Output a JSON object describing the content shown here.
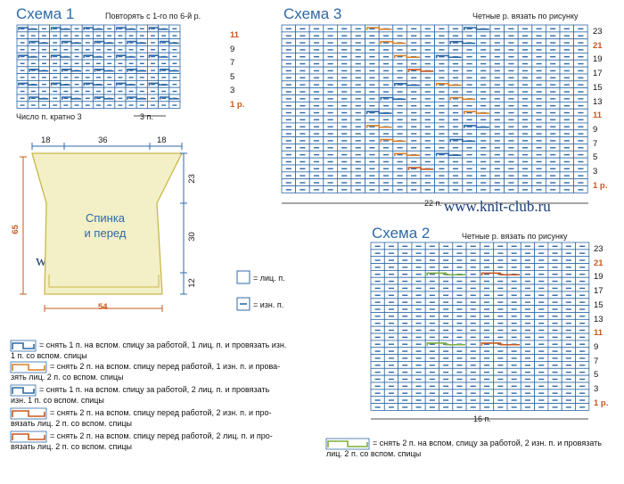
{
  "watermark": "www.knit-club.ru",
  "scheme1": {
    "title": "Схема 1",
    "note": "Повторять с 1-го по 6-й р.",
    "repeat_note": "Число п. кратно 3",
    "repeat_width": "3 п.",
    "row_numbers": [
      "11",
      "9",
      "7",
      "5",
      "3",
      "1 р."
    ]
  },
  "scheme2": {
    "title": "Схема 2",
    "note": "Четные р. вязать по рисунку",
    "width": "16 п.",
    "row_numbers": [
      "23",
      "21",
      "19",
      "17",
      "15",
      "13",
      "11",
      "9",
      "7",
      "5",
      "3",
      "1 р."
    ]
  },
  "scheme3": {
    "title": "Схема 3",
    "note": "Четные р. вязать по рисунку",
    "width": "22 п.",
    "row_numbers": [
      "23",
      "21",
      "19",
      "17",
      "15",
      "13",
      "11",
      "9",
      "7",
      "5",
      "3",
      "1 р."
    ]
  },
  "pattern": {
    "label_line1": "Спинка",
    "label_line2": "и перед",
    "top_dims": [
      "18",
      "36",
      "18"
    ],
    "bottom_dim": "54",
    "left_dim": "65",
    "right_dims": [
      "23",
      "30",
      "12"
    ]
  },
  "symbols": {
    "knit": "= лиц. п.",
    "purl": "= изн. п."
  },
  "legend": [
    {
      "line1": "= снять 1 п. на вспом. спицу за работой, 1 лиц. п. и провязать изн.",
      "line2": "1 п. со вспом. спицы",
      "color": "#2f6aa8"
    },
    {
      "line1": "= снять 2 п. на вспом. спицу перед работой, 1 изн. п. и прова-",
      "line2": "зять лиц. 2 п. со вспом. спицы",
      "color": "#d9822b"
    },
    {
      "line1": "= снять 1 п. на вспом. спицу за работой, 2 лиц. п. и провязать",
      "line2": "изн. 1 п. со вспом. спицы",
      "color": "#2f6aa8"
    },
    {
      "line1": "= снять 2 п. на вспом. спицу перед работой, 2 изн. п. и про-",
      "line2": "вязать лиц. 2 п. со вспом. спицы",
      "color": "#c8581d"
    },
    {
      "line1": "= снять 2 п. на вспом. спицу перед работой, 2 лиц. п. и про-",
      "line2": "вязать лиц. 2 п. со вспом. спицы",
      "color": "#c8581d"
    },
    {
      "line1": "= снять 2 п. на вспом. спицу за работой, 2 изн. п. и провязать",
      "line2": "лиц. 2 п. со вспом. спицы",
      "color": "#7cae3e"
    }
  ],
  "colors": {
    "grid": "#2f6aa8",
    "orange": "#d9822b",
    "red_orange": "#c8581d",
    "green": "#7cae3e",
    "title_blue": "#2f6aa8"
  }
}
